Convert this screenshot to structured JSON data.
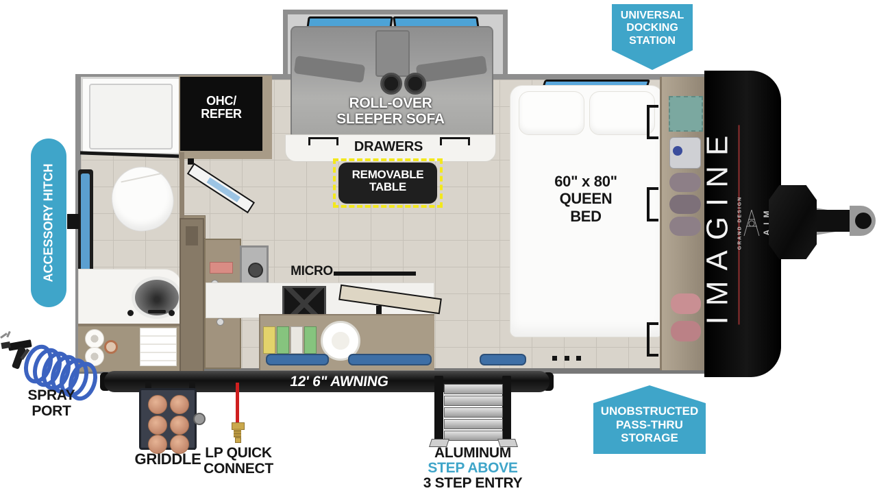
{
  "title": "Travel trailer floor plan",
  "colors": {
    "callout_blue": "#3fa5c9",
    "highlight_yellow": "#f3e81c",
    "lp_red": "#cf1f1f",
    "hose_blue": "#3c63c0",
    "brand_red": "#8f2f2f"
  },
  "callouts": {
    "universal_docking_station": "UNIVERSAL\nDOCKING\nSTATION",
    "accessory_hitch": "ACCESSORY HITCH",
    "unobstructed_passthru": "UNOBSTRUCTED\nPASS-THRU\nSTORAGE"
  },
  "interior_labels": {
    "roll_over_sleeper_sofa": "ROLL-OVER\nSLEEPER SOFA",
    "drawers": "DRAWERS",
    "removable_table": "REMOVABLE\nTABLE",
    "queen_bed": "60\" x 80\"\nQUEEN\nBED",
    "ohc_refer": "OHC/\nREFER",
    "micro": "MICRO"
  },
  "exterior_labels": {
    "awning": "12' 6\" AWNING",
    "spray_port": "SPRAY\nPORT",
    "griddle": "GRIDDLE",
    "lp_quick_connect": "LP QUICK\nCONNECT",
    "step_material": "ALUMINUM",
    "step_feature": "STEP ABOVE",
    "step_type": "3 STEP ENTRY"
  },
  "branding": {
    "model": "IMAGINE",
    "brand": "GRAND DESIGN",
    "series": "AIM"
  }
}
